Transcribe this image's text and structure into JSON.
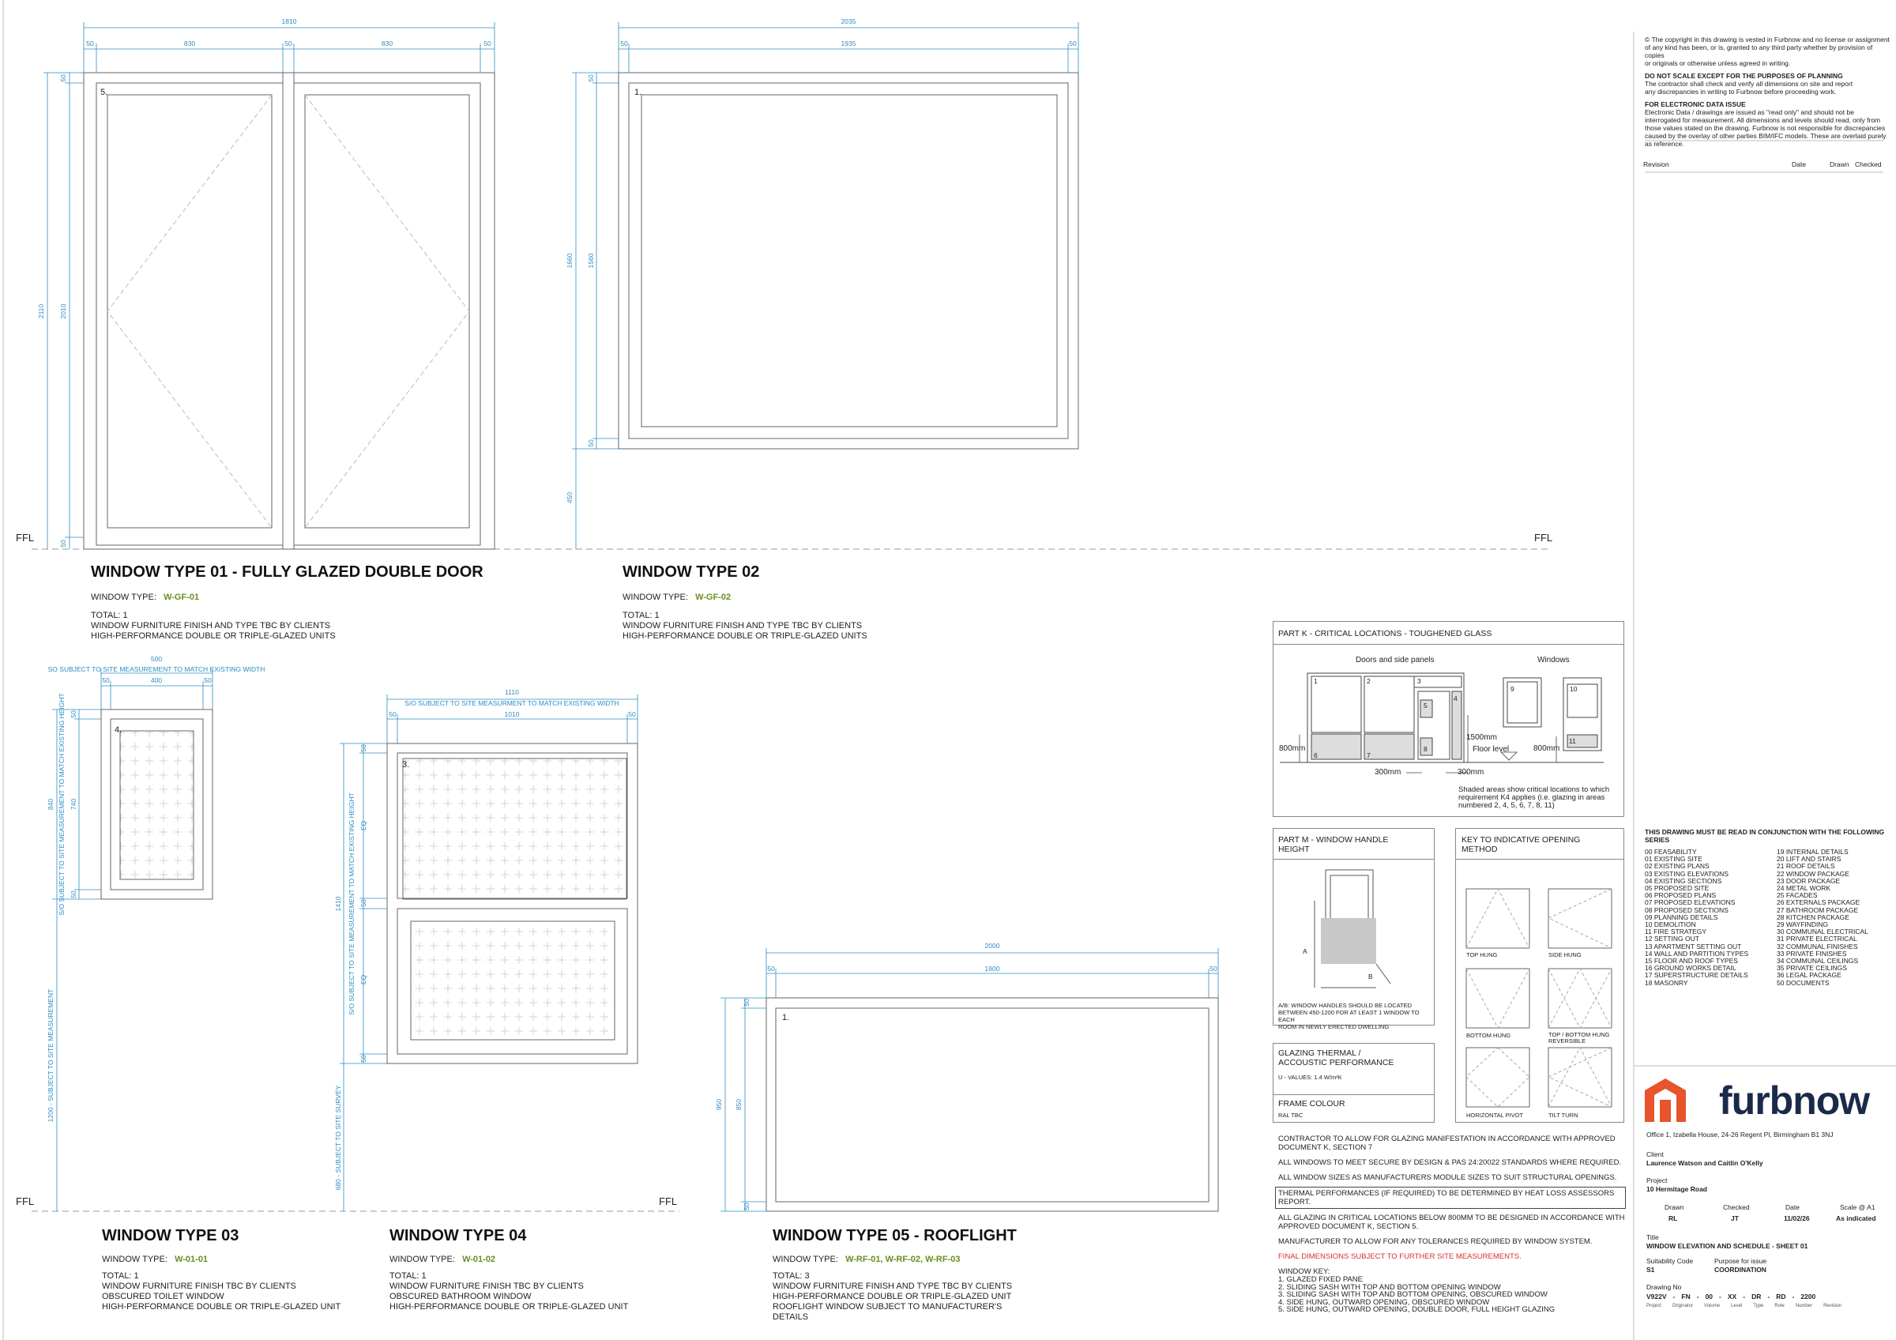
{
  "windows": [
    {
      "title": "WINDOW TYPE 01 - FULLY GLAZED DOUBLE DOOR",
      "type_label": "WINDOW TYPE:",
      "type_code": "W-GF-01",
      "total": "TOTAL: 1",
      "notes": [
        "WINDOW FURNITURE FINISH AND TYPE TBC BY CLIENTS",
        "HIGH-PERFORMANCE DOUBLE OR TRIPLE-GLAZED UNITS"
      ],
      "tag": "5.",
      "dims": {
        "overall_w": "1810",
        "frame_l": "50",
        "leaf1": "830",
        "mid": "50",
        "leaf2": "830",
        "frame_r": "50",
        "overall_h": "2110",
        "inner_h": "2010",
        "top": "50",
        "bottom": "50"
      }
    },
    {
      "title": "WINDOW TYPE 02",
      "type_label": "WINDOW TYPE:",
      "type_code": "W-GF-02",
      "total": "TOTAL: 1",
      "notes": [
        "WINDOW FURNITURE FINISH AND TYPE TBC BY CLIENTS",
        "HIGH-PERFORMANCE DOUBLE OR TRIPLE-GLAZED UNITS"
      ],
      "tag": "1.",
      "dims": {
        "overall_w": "2035",
        "frame_l": "50",
        "inner_w": "1935",
        "frame_r": "50",
        "overall_h": "1660",
        "inner_h": "1560",
        "top": "50",
        "bottom": "50",
        "sill": "450"
      }
    },
    {
      "title": "WINDOW TYPE 03",
      "type_label": "WINDOW TYPE:",
      "type_code": "W-01-01",
      "total": "TOTAL: 1",
      "notes": [
        "WINDOW FURNITURE FINISH TBC BY CLIENTS",
        "OBSCURED TOILET WINDOW",
        "HIGH-PERFORMANCE DOUBLE OR TRIPLE-GLAZED UNIT"
      ],
      "tag": "4.",
      "dims": {
        "overall_w": "500",
        "width_note": "SO SUBJECT TO SITE MEASUREMENT TO MATCH EXISTING WIDTH",
        "frame_l": "50",
        "inner_w": "400",
        "frame_r": "50",
        "overall_h": "840",
        "height_note": "S/O SUBJECT TO SITE MEASUREMENT TO MATCH EXISTING HEIGHT",
        "inner_h": "740",
        "top": "50",
        "bottom": "50",
        "sill": "1200 - SUBJECT TO SITE MEASUREMENT"
      }
    },
    {
      "title": "WINDOW TYPE 04",
      "type_label": "WINDOW TYPE:",
      "type_code": "W-01-02",
      "total": "TOTAL: 1",
      "notes": [
        "WINDOW FURNITURE FINISH TBC BY CLIENTS",
        "OBSCURED BATHROOM WINDOW",
        "HIGH-PERFORMANCE DOUBLE OR TRIPLE-GLAZED UNIT"
      ],
      "tag": "3.",
      "dims": {
        "overall_w": "1110",
        "width_note": "S/O SUBJECT TO SITE MEASURMENT TO MATCH EXISTING WIDTH",
        "frame_l": "50",
        "inner_w": "1010",
        "frame_r": "50",
        "overall_h": "1410",
        "height_note": "S/O SUBJECT TO SITE MEASUREMENT TO MATCH EXISTING HEIGHT",
        "eq1": "EQ",
        "eq2": "EQ",
        "top": "50",
        "mid": "50",
        "bottom": "50",
        "sill": "680 - SUBJECT TO SITE SURVEY"
      }
    },
    {
      "title": "WINDOW TYPE 05 - ROOFLIGHT",
      "type_label": "WINDOW TYPE:",
      "type_code": "W-RF-01, W-RF-02, W-RF-03",
      "total": "TOTAL: 3",
      "notes": [
        "WINDOW FURNITURE FINISH AND TYPE TBC BY CLIENTS",
        "HIGH-PERFORMANCE DOUBLE OR TRIPLE-GLAZED UNIT",
        "ROOFLIGHT WINDOW SUBJECT TO MANUFACTURER'S",
        "DETAILS"
      ],
      "tag": "1.",
      "dims": {
        "overall_w": "2000",
        "frame_l": "50",
        "inner_w": "1900",
        "frame_r": "50",
        "overall_h": "950",
        "inner_h": "850",
        "top": "50",
        "bottom": "50"
      }
    }
  ],
  "ffl_label": "FFL",
  "part_k": {
    "title": "PART K - CRITICAL LOCATIONS - TOUGHENED GLASS",
    "doors_label": "Doors and side panels",
    "windows_label": "Windows",
    "h800": "800mm",
    "h800b": "800mm",
    "h1500": "1500mm",
    "floor_level": "Floor level",
    "w300a": "300mm",
    "w300b": "300mm",
    "caption": [
      "Shaded areas show critical locations to which",
      "requirement K4 applies (i.e. glazing in areas",
      "numbered 2, 4, 5, 6, 7, 8, 11)"
    ],
    "numbers": [
      "1",
      "2",
      "3",
      "4",
      "5",
      "6",
      "7",
      "8",
      "9",
      "10",
      "11"
    ]
  },
  "part_m": {
    "title": [
      "PART M - WINDOW HANDLE",
      "HEIGHT"
    ],
    "a": "A",
    "b": "B",
    "note": [
      "A/B: WINDOW HANDLES SHOULD BE LOCATED",
      "BETWEEN 450-1200 FOR AT LEAST 1 WINDOW TO EACH",
      "ROOM IN NEWLY ERECTED DWELLING"
    ]
  },
  "opening_key": {
    "title": [
      "KEY TO INDICATIVE OPENING",
      "METHOD"
    ],
    "items": [
      "TOP HUNG",
      "SIDE HUNG",
      "BOTTOM HUNG",
      "TOP / BOTTOM HUNG REVERSIBLE",
      "HORIZONTAL PIVOT",
      "TILT TURN"
    ]
  },
  "glazing": {
    "title": [
      "GLAZING THERMAL /",
      "ACCOUSTIC PERFORMANCE"
    ],
    "u_values": "U - VALUES: 1.4 W/m²K"
  },
  "frame_colour": {
    "title": "FRAME COLOUR",
    "value": "RAL TBC"
  },
  "general_notes": [
    "CONTRACTOR TO ALLOW FOR GLAZING MANIFESTATION IN ACCORDANCE WITH APPROVED DOCUMENT K, SECTION 7",
    "ALL WINDOWS TO MEET SECURE BY DESIGN & PAS 24:20022 STANDARDS WHERE REQUIRED.",
    "ALL WINDOW SIZES AS MANUFACTURERS MODULE SIZES TO SUIT STRUCTURAL OPENINGS.",
    "THERMAL PERFORMANCES (IF REQUIRED) TO BE DETERMINED BY HEAT LOSS ASSESSORS REPORT.",
    "ALL GLAZING IN CRITICAL LOCATIONS BELOW 800MM TO BE DESIGNED IN ACCORDANCE WITH APPROVED DOCUMENT K, SECTION 5.",
    "MANUFACTURER TO ALLOW FOR ANY TOLERANCES REQUIRED BY WINDOW SYSTEM.",
    "FINAL DIMENSIONS SUBJECT TO FURTHER SITE MEASUREMENTS."
  ],
  "window_key": {
    "title": "WINDOW KEY:",
    "items": [
      "1. GLAZED FIXED PANE",
      "2. SLIDING SASH WITH TOP AND BOTTOM OPENING WINDOW",
      "3. SLIDING SASH WITH TOP AND BOTTOM OPENING, OBSCURED WINDOW",
      "4. SIDE HUNG, OUTWARD OPENING, OBSCURED WINDOW",
      "5. SIDE HUNG, OUTWARD OPENING, DOUBLE DOOR, FULL HEIGHT GLAZING"
    ]
  },
  "title_block": {
    "copyright": [
      "©  The copyright in this drawing is vested in Furbnow and no license or assignment",
      "of any kind has been, or is, granted to any third party whether by provision of copies",
      "or originals or otherwise unless agreed in writing."
    ],
    "do_not_scale_title": "DO NOT SCALE EXCEPT FOR THE PURPOSES OF PLANNING",
    "do_not_scale": [
      "The contractor shall check and verify all dimensions on site and report",
      "any discrepancies in writing to Furbnow before proceeding work."
    ],
    "electronic_title": "FOR ELECTRONIC DATA ISSUE",
    "electronic": [
      "Electronic Data / drawings are issued as \"read only\" and should not be",
      "interrogated for measurement. All dimensions and levels should read, only from",
      "those values stated on the drawing. Furbnow is not responsible for discrepancies",
      "caused by the overlay of other parties BIM/IFC models. These are overlaid purely",
      "as reference."
    ],
    "revision_headers": {
      "revision": "Revision",
      "date": "Date",
      "drawn": "Drawn",
      "checked": "Checked"
    },
    "series_title": [
      "THIS DRAWING MUST BE READ IN CONJUNCTION WITH THE FOLLOWING",
      "SERIES"
    ],
    "series_left": [
      "00 FEASABILITY",
      "01 EXISTING SITE",
      "02 EXISTING PLANS",
      "03 EXISTING ELEVATIONS",
      "04 EXISTING SECTIONS",
      "05 PROPOSED SITE",
      "06 PROPOSED PLANS",
      "07 PROPOSED ELEVATIONS",
      "08 PROPOSED SECTIONS",
      "09 PLANNING DETAILS",
      "10 DEMOLITION",
      "11 FIRE STRATEGY",
      "12 SETTING OUT",
      "13 APARTMENT SETTING OUT",
      "14 WALL AND PARTITION TYPES",
      "15 FLOOR AND ROOF TYPES",
      "16 GROUND WORKS DETAIL",
      "17 SUPERSTRUCTURE DETAILS",
      "18 MASONRY"
    ],
    "series_right": [
      "19 INTERNAL DETAILS",
      "20 LIFT AND STAIRS",
      "21 ROOF DETAILS",
      "22 WINDOW PACKAGE",
      "23 DOOR PACKAGE",
      "24 METAL WORK",
      "25 FACADES",
      "26 EXTERNALS PACKAGE",
      "27 BATHROOM PACKAGE",
      "28 KITCHEN PACKAGE",
      "29 WAYFINDING",
      "30 COMMUNAL ELECTRICAL",
      "31 PRIVATE ELECTRICAL",
      "32 COMMUNAL FINISHES",
      "33 PRIVATE FINISHES",
      "34 COMMUNAL CEILINGS",
      "35 PRIVATE CEILINGS",
      "36 LEGAL PACKAGE",
      "50 DOCUMENTS"
    ],
    "brand": "furbnow",
    "address": "Office 1, Izabella House, 24-26 Regent Pl, Birmingham B1 3NJ",
    "client_label": "Client",
    "client": "Laurence Watson and Caitlin O'Kelly",
    "project_label": "Project",
    "project": "10 Hermitage Road",
    "drawn_label": "Drawn",
    "drawn": "RL",
    "checked_label": "Checked",
    "checked": "JT",
    "date_label": "Date",
    "date": "11/02/26",
    "scale_label": "Scale @ A1",
    "scale": "As indicated",
    "title_label": "Title",
    "title": "WINDOW ELEVATION AND SCHEDULE - SHEET 01",
    "suitability_label": "Suitability Code",
    "suitability": "S1",
    "purpose_label": "Purpose for issue",
    "purpose": "COORDINATION",
    "drawing_no_label": "Drawing No",
    "drawing_no_parts": [
      "V922V",
      "-",
      "FN",
      "-",
      "00",
      "-",
      "XX",
      "-",
      "DR",
      "-",
      "RD",
      "-",
      "2200"
    ],
    "drawing_no_captions": [
      "Project",
      "Originator",
      "Volume",
      "Level",
      "Type",
      "Role",
      "Number",
      "Revision"
    ]
  },
  "colors": {
    "dimension": "#2b8cc4",
    "accent_green": "#6b8e23",
    "brand": "#1b2a4a",
    "logo": "#e8542c",
    "warning": "#d9302c"
  }
}
